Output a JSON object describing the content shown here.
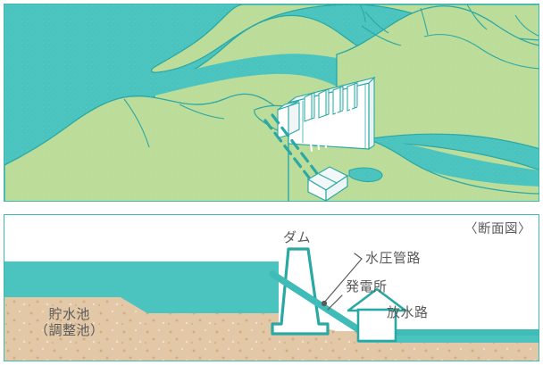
{
  "figure": {
    "kind": "hydroelectric-dam-diagram",
    "panels": [
      {
        "name": "aerial-illustration",
        "has_title": false
      },
      {
        "name": "cross-section",
        "title": "〈断面図〉"
      }
    ]
  },
  "section": {
    "title": "〈断面図〉",
    "labels": {
      "dam": "ダム",
      "penstock": "水圧管路",
      "power_plant": "発電所",
      "outlet_channel": "放水路",
      "reservoir_line1": "貯水池",
      "reservoir_line2": "（調整池）"
    }
  },
  "colors": {
    "water": "#4bc4c0",
    "water_deep": "#45bdb8",
    "outline": "#2aa8a3",
    "land": "#bcdc9a",
    "land_light": "#c6e2a6",
    "ground_sand": "#e3c8a8",
    "sand_dot": "#d0a878",
    "structure_white": "#ffffff",
    "structure_shade": "#f0f4f4",
    "text": "#5a5a5a",
    "leader": "#5a5a5a",
    "frame": "#3fb7b2"
  }
}
